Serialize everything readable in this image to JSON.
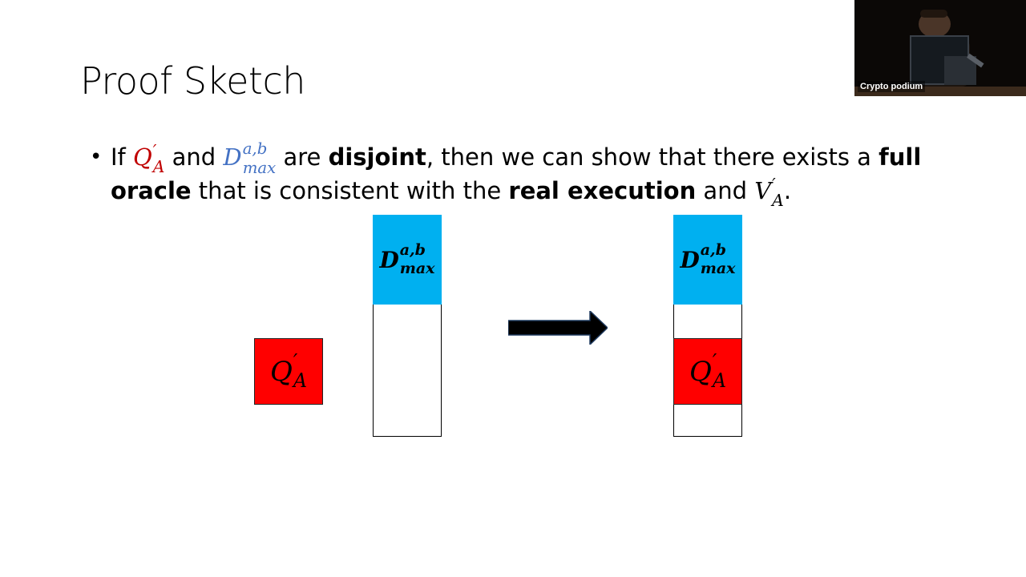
{
  "slide": {
    "title": "Proof Sketch",
    "bullet": {
      "q_letter": "Q",
      "q_sup": "′",
      "q_sub": "A",
      "and_1": " and ",
      "d_letter": "D",
      "d_sup": "a,b",
      "d_sub": "max",
      "are": " are ",
      "disjoint": "disjoint",
      "then": ", then we can show that there exists a ",
      "full": "full oracle",
      "consistent": " that is consistent with the ",
      "real_execution": "real execution",
      "and_2": " and ",
      "v_letter": "V",
      "v_sup": "′",
      "v_sub": "A",
      "period": "."
    },
    "diagram": {
      "q_letter": "Q",
      "q_sup": "′",
      "q_sub": "A",
      "d_letter": "D",
      "d_sup": "a,b",
      "d_sub": "max"
    }
  },
  "video": {
    "caption": "Crypto podium"
  },
  "colors": {
    "red_math": "#c00000",
    "blue_math": "#4472c4",
    "blue_box": "#00b0f0",
    "red_box": "#ff0000"
  }
}
